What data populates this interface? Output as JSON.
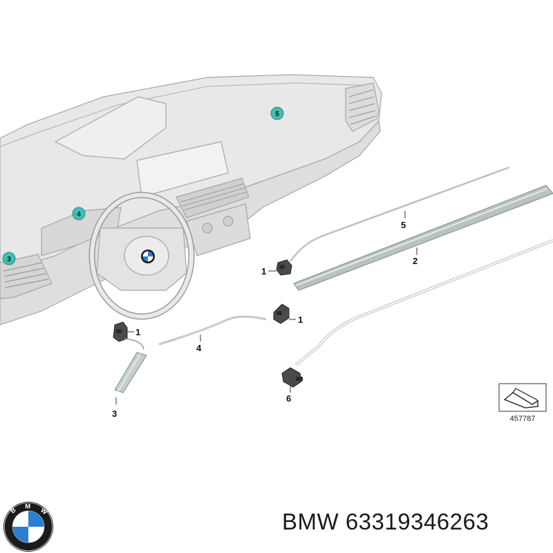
{
  "diagram": {
    "callouts": [
      "1",
      "2",
      "3",
      "4",
      "5",
      "6"
    ],
    "circled_markers": [
      "3",
      "4",
      "5"
    ],
    "steering_wheel_logo": "BMW roundel",
    "reference_number": "457787"
  },
  "caption": {
    "brand": "BMW",
    "part_number": "63319346263"
  },
  "logo": {
    "name": "BMW roundel logo",
    "text": "BMW"
  },
  "colors": {
    "circle_marker": "#41bfb3",
    "dashboard_fill": "#e7e7e7",
    "dashboard_stroke": "#a8a8a8",
    "logo_blue": "#2a7fd0",
    "logo_ring": "#1b1b1b"
  }
}
